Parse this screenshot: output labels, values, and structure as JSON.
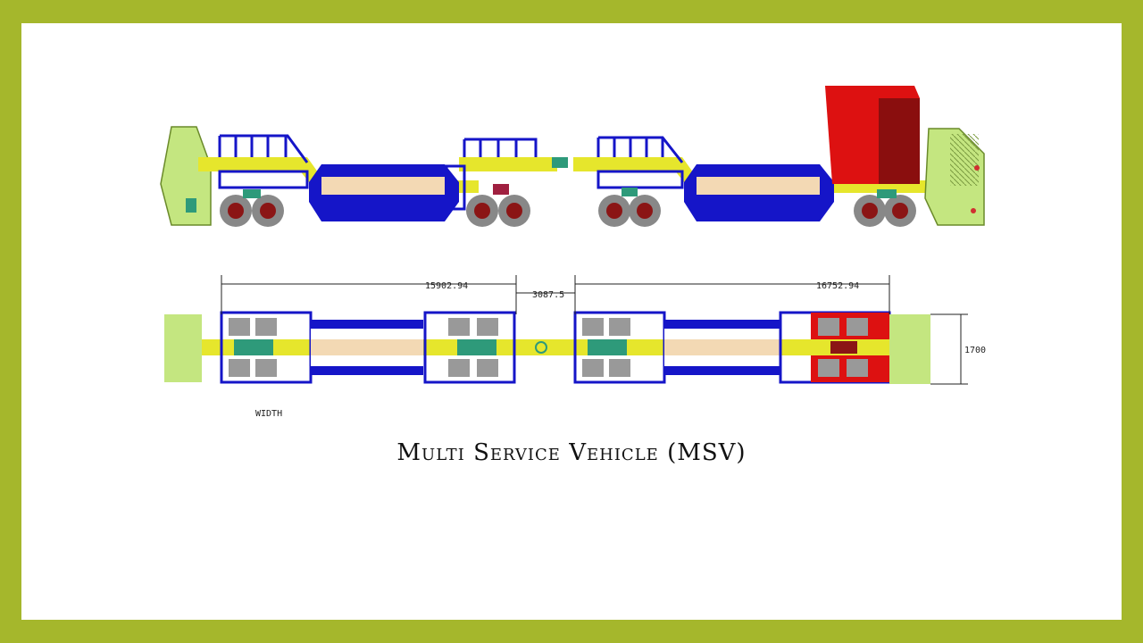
{
  "caption": "Multi Service Vehicle (MSV)",
  "dimensions": {
    "front_unit_length": "15902.94",
    "gap": "3087.5",
    "rear_unit_length": "16752.94",
    "height": "1700",
    "width_label": "WIDTH"
  },
  "colors": {
    "frame": "#1515c8",
    "deck": "#e6e62c",
    "bed": "#f3d9b4",
    "cab": "#dd1111",
    "end_cap": "#c4e680",
    "wheel": "#8b1515",
    "tire": "#777777",
    "page_border": "#a5b72c"
  }
}
